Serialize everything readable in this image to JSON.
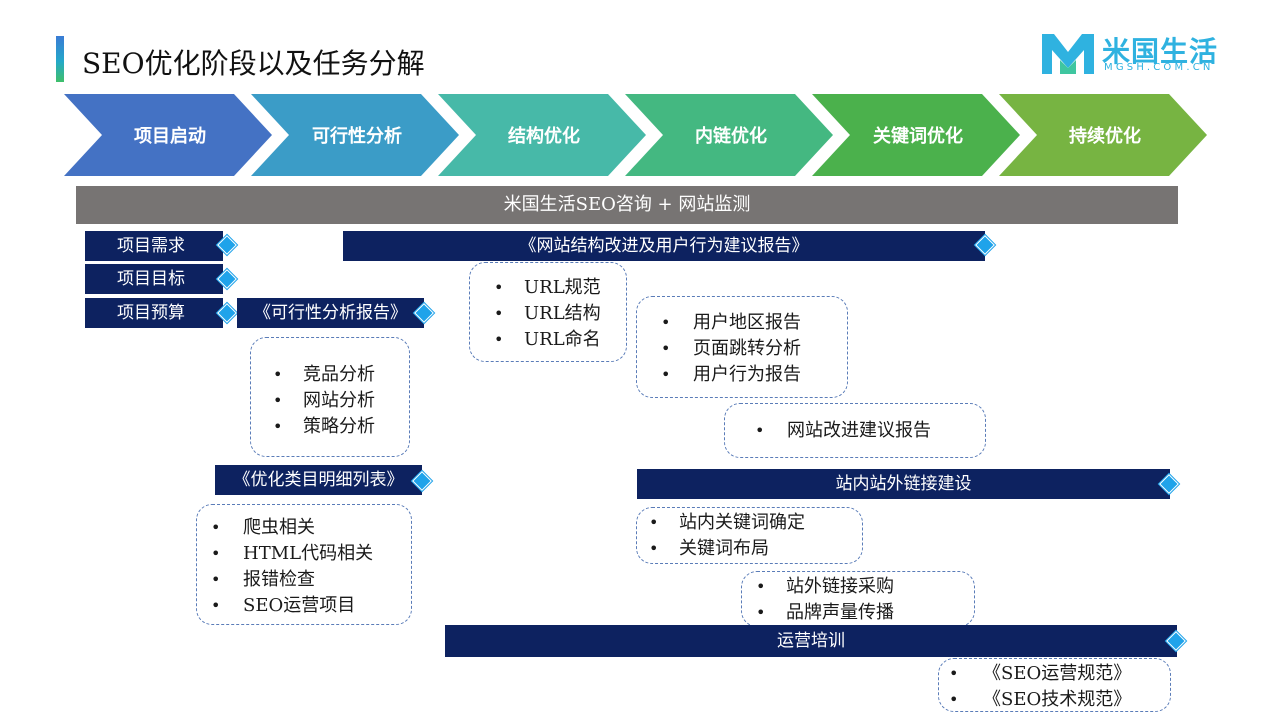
{
  "page_title": "SEO优化阶段以及任务分解",
  "logo": {
    "brand_cn": "米国生活",
    "brand_en": "MGSH.COM.CN"
  },
  "phases": [
    "项目启动",
    "可行性分析",
    "结构优化",
    "内链优化",
    "关键词优化",
    "持续优化"
  ],
  "colors": {
    "phase_colors": [
      "#4472c4",
      "#3b9cc7",
      "#47b9a8",
      "#44b881",
      "#4bb14c",
      "#77b442"
    ],
    "navy": "#0d2260",
    "gray_bar": "#777473",
    "diamond": "#1fa3ea",
    "dashed_border": "#5a7cb8"
  },
  "gray_bar": "米国生活SEO咨询 + 网站监测",
  "project_items": [
    "项目需求",
    "项目目标",
    "项目预算"
  ],
  "feasibility": {
    "report": "《可行性分析报告》",
    "items": [
      "竞品分析",
      "网站分析",
      "策略分析"
    ]
  },
  "optimization_list": {
    "title": "《优化类目明细列表》",
    "items": [
      "爬虫相关",
      "HTML代码相关",
      "报错检查",
      "SEO运营项目"
    ]
  },
  "structure_report": {
    "title": "《网站结构改进及用户行为建议报告》",
    "url_items": [
      "URL规范",
      "URL结构",
      "URL命名"
    ],
    "user_items": [
      "用户地区报告",
      "页面跳转分析",
      "用户行为报告"
    ],
    "improvement": [
      "网站改进建议报告"
    ]
  },
  "link_building": {
    "title": "站内站外链接建设",
    "internal": [
      "站内关键词确定",
      "关键词布局"
    ],
    "external": [
      "站外链接采购",
      "品牌声量传播"
    ]
  },
  "training": {
    "title": "运营培训",
    "items": [
      "《SEO运营规范》",
      "《SEO技术规范》"
    ]
  }
}
